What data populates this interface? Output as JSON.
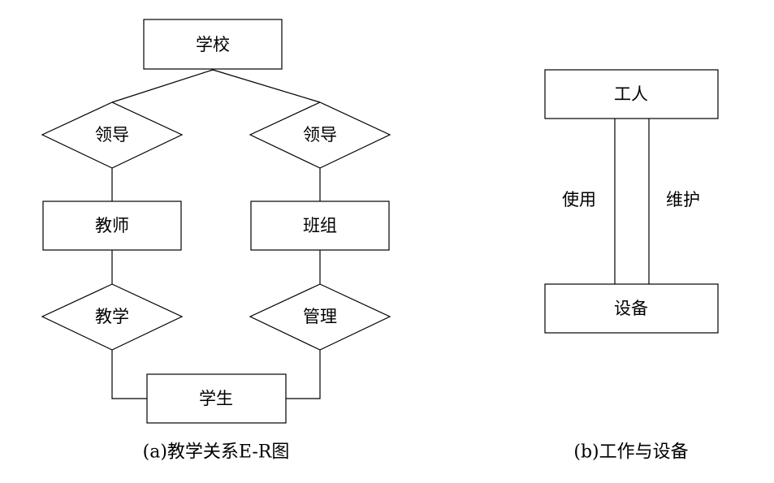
{
  "diagram_a": {
    "entities": {
      "school": "学校",
      "teacher": "教师",
      "team": "班组",
      "student": "学生"
    },
    "relationships": {
      "lead_left": "领导",
      "lead_right": "领导",
      "teach": "教学",
      "manage": "管理"
    },
    "caption": "(a)教学关系E-R图"
  },
  "diagram_b": {
    "entities": {
      "worker": "工人",
      "equipment": "设备"
    },
    "relationships": {
      "use": "使用",
      "maintain": "维护"
    },
    "caption": "(b)工作与设备"
  }
}
